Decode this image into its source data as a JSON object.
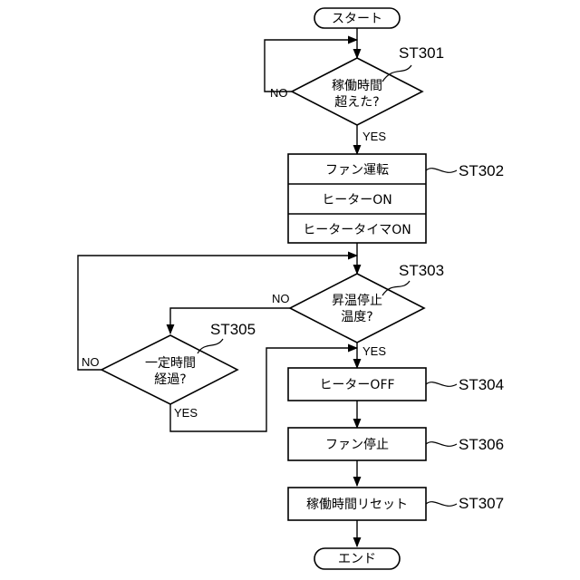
{
  "flowchart": {
    "start": "スタート",
    "end": "エンド",
    "decision_st301": [
      "稼働時間",
      "超えた?"
    ],
    "box_st302": [
      "ファン運転",
      "ヒーターON",
      "ヒータータイマON"
    ],
    "decision_st303": [
      "昇温停止",
      "温度?"
    ],
    "decision_st305": [
      "一定時間",
      "経過?"
    ],
    "box_st304": "ヒーターOFF",
    "box_st306": "ファン停止",
    "box_st307": "稼働時間リセット"
  },
  "step_labels": {
    "st301": "ST301",
    "st302": "ST302",
    "st303": "ST303",
    "st304": "ST304",
    "st305": "ST305",
    "st306": "ST306",
    "st307": "ST307"
  },
  "branch_labels": {
    "st301_no": "NO",
    "st301_yes": "YES",
    "st303_no": "NO",
    "st303_yes": "YES",
    "st305_no": "NO",
    "st305_yes": "YES"
  }
}
